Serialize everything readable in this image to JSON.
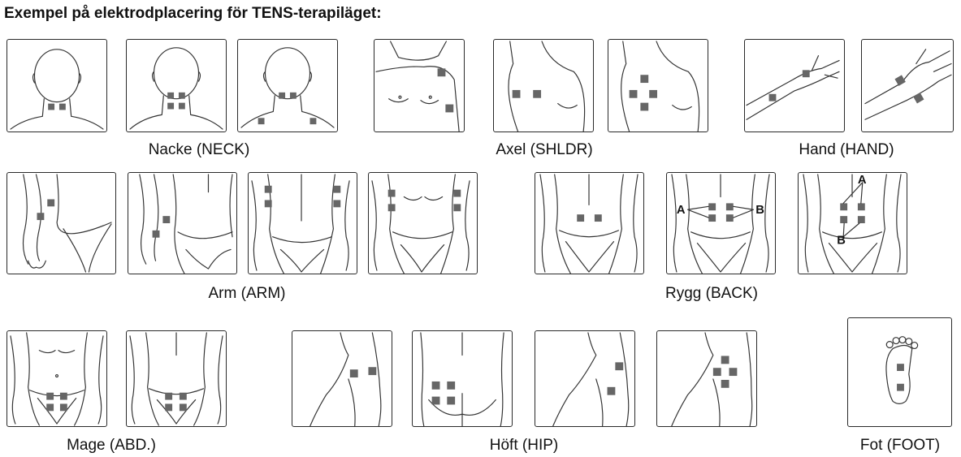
{
  "title": "Exempel på elektrodplacering för TENS-terapiläget:",
  "groups": [
    {
      "label": "Nacke (NECK)"
    },
    {
      "label": "Axel (SHLDR)"
    },
    {
      "label": "Hand (HAND)"
    },
    {
      "label": "Arm (ARM)"
    },
    {
      "label": "Rygg (BACK)"
    },
    {
      "label": "Mage (ABD.)"
    },
    {
      "label": "Höft (HIP)"
    },
    {
      "label": "Fot (FOOT)"
    }
  ],
  "markers": {
    "a": "A",
    "b": "B"
  },
  "colors": {
    "pad": "#666666",
    "line": "#333333",
    "border": "#2a2a2a"
  }
}
